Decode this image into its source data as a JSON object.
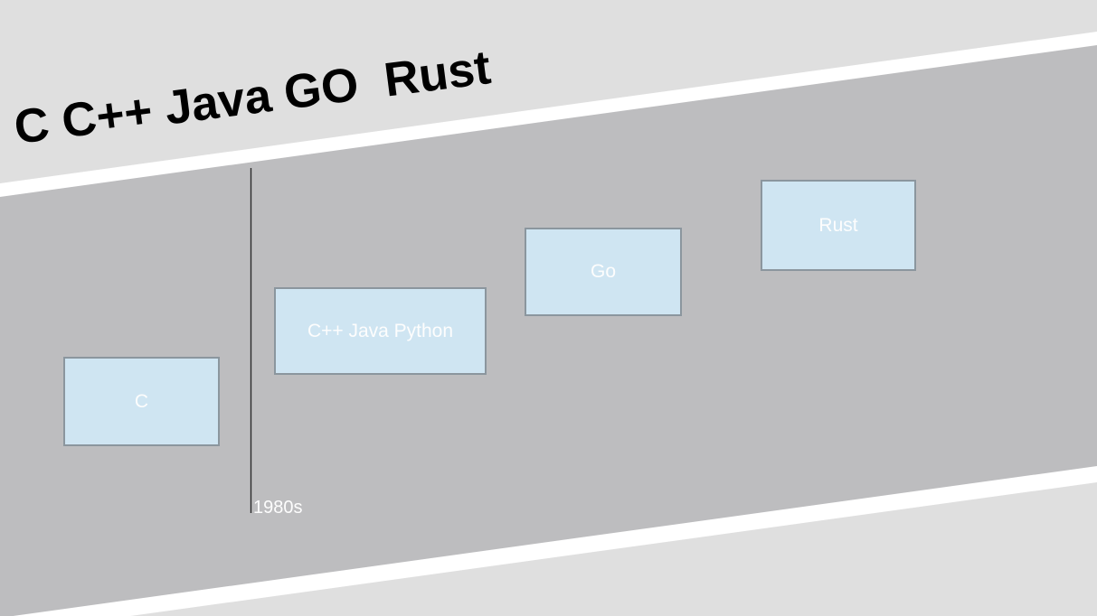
{
  "canvas": {
    "background_color": "#dfdfdf",
    "band_color": "#bdbdbf",
    "band_outline_color": "#ffffff"
  },
  "title": {
    "text": "C C++ Java GO  Rust",
    "color": "#000000"
  },
  "timeline": {
    "era_label": "1980s",
    "era_label_color": "#fdfdfd",
    "divider_line_color": "#2b2b2b",
    "box_fill_color": "#cfe5f2",
    "box_border_color": "#8b969e",
    "box_text_color": "#fdfdfd",
    "boxes": [
      {
        "label": "C"
      },
      {
        "label": "C++ Java Python"
      },
      {
        "label": "Go"
      },
      {
        "label": "Rust"
      }
    ]
  }
}
